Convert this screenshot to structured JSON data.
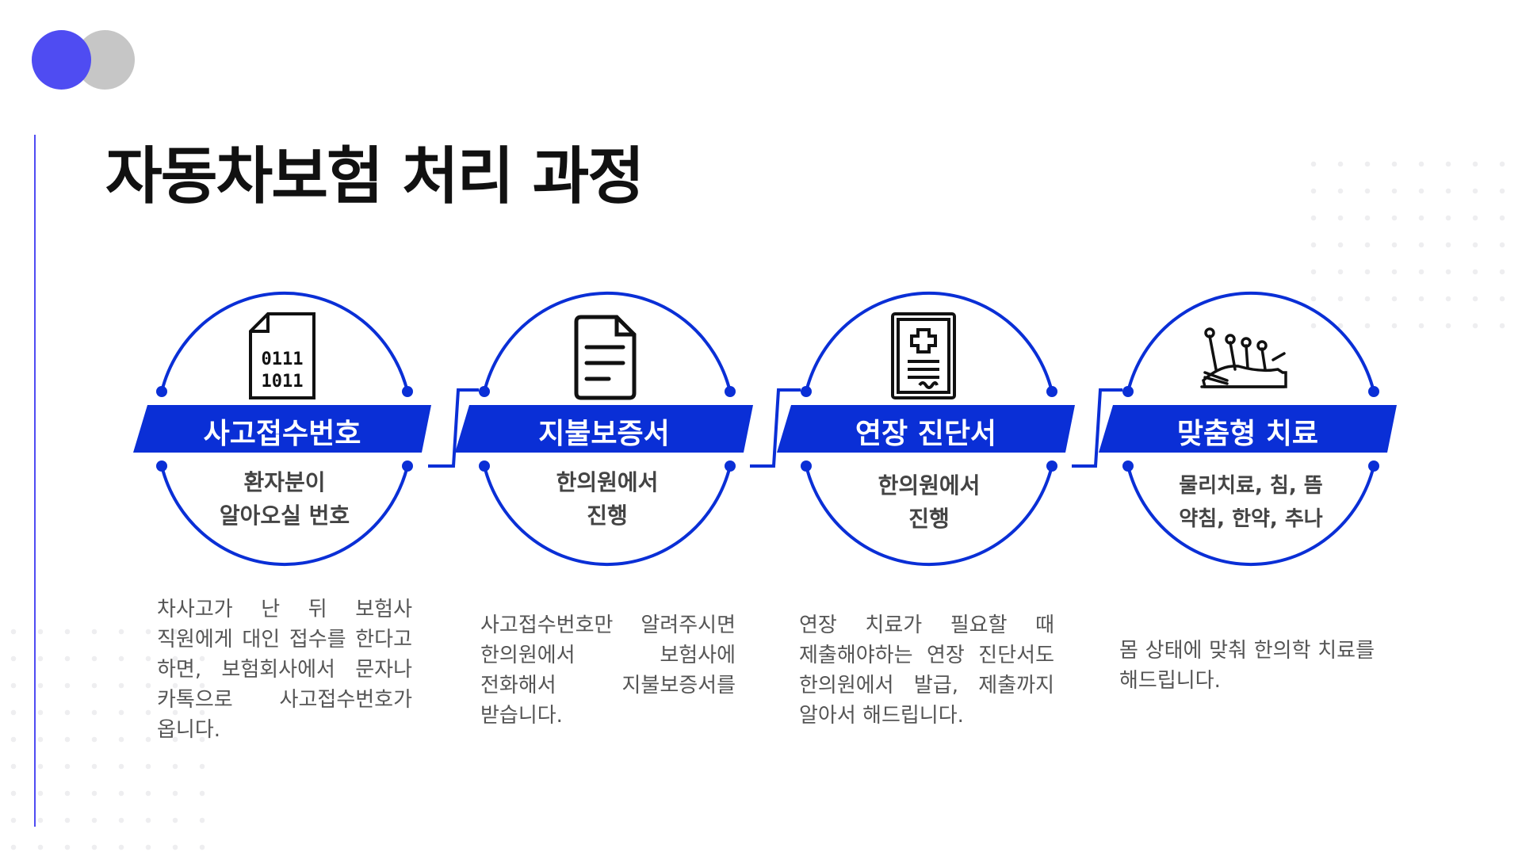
{
  "title": "자동차보험 처리 과정",
  "colors": {
    "accent": "#0a2fd6",
    "logo_blue": "#4f4cf2",
    "logo_gray": "#c6c6c6"
  },
  "steps": [
    {
      "icon": "binary-file-icon",
      "label": "사고접수번호",
      "sub1": "환자분이",
      "sub2": "알아오실 번호",
      "desc": "차사고가 난 뒤 보험사 직원에게 대인 접수를 한다고 하면, 보험회사에서 문자나 카톡으로  사고접수번호가 옵니다."
    },
    {
      "icon": "document-icon",
      "label": "지불보증서",
      "sub1": "한의원에서",
      "sub2": "진행",
      "desc": "사고접수번호만  알려주시면 한의원에서 보험사에 전화해서 지불보증서를 받습니다."
    },
    {
      "icon": "medical-certificate-icon",
      "label": "연장 진단서",
      "sub1": "한의원에서",
      "sub2": "진행",
      "desc": "연장 치료가 필요할 때 제출해야하는 연장 진단서도 한의원에서 발급, 제출까지 알아서 해드립니다."
    },
    {
      "icon": "acupuncture-icon",
      "label": "맞춤형 치료",
      "sub1": "물리치료, 침, 뜸",
      "sub2": "약침, 한약, 추나",
      "desc": "몸 상태에 맞춰 한의학 치료를 해드립니다."
    }
  ]
}
